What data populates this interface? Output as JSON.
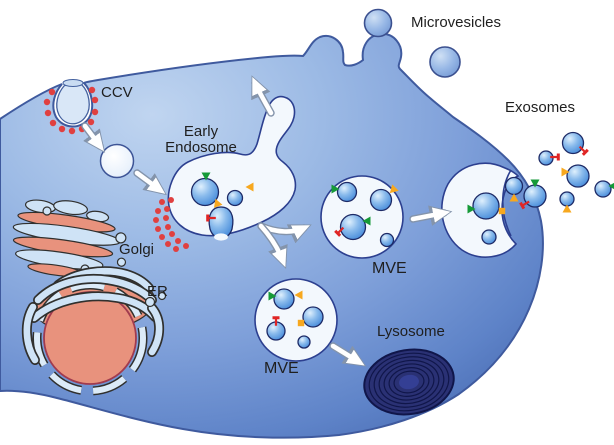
{
  "labels": {
    "ccv": "CCV",
    "early_endosome": "Early Endosome",
    "golgi": "Golgi",
    "er": "ER",
    "mve_upper": "MVE",
    "mve_lower": "MVE",
    "lysosome": "Lysosome",
    "microvesicles": "Microvesicles",
    "exosomes": "Exosomes"
  },
  "colors": {
    "background": "#ffffff",
    "cell_light": "#c0d5f0",
    "cell_mid": "#7e9fd9",
    "cell_deep": "#5e83c8",
    "cell_edge": "#3f60a8",
    "membrane_line": "#3f5a9e",
    "organelle_fill": "#f3f8fd",
    "organelle_line": "#2c3f8f",
    "vesicle_blue": "#3f86d8",
    "vesicle_blue_light": "#dff0fd",
    "microvesicle_fill": "#98b8e6",
    "salmon": "#e8927d",
    "golgi_blue": "#cfe3f6",
    "dark_outline": "#30302e",
    "nucleus_line": "#a13b4e",
    "lysosome_fill": "#2a3174",
    "lysosome_ring": "#10164a",
    "clathrin_red": "#e04040",
    "marker_green": "#169a38",
    "marker_orange": "#f7a81f",
    "marker_red": "#e02525",
    "arrow_fill": "#ffffff",
    "arrow_line": "#8494ab",
    "label_color": "#1f1f1f"
  }
}
